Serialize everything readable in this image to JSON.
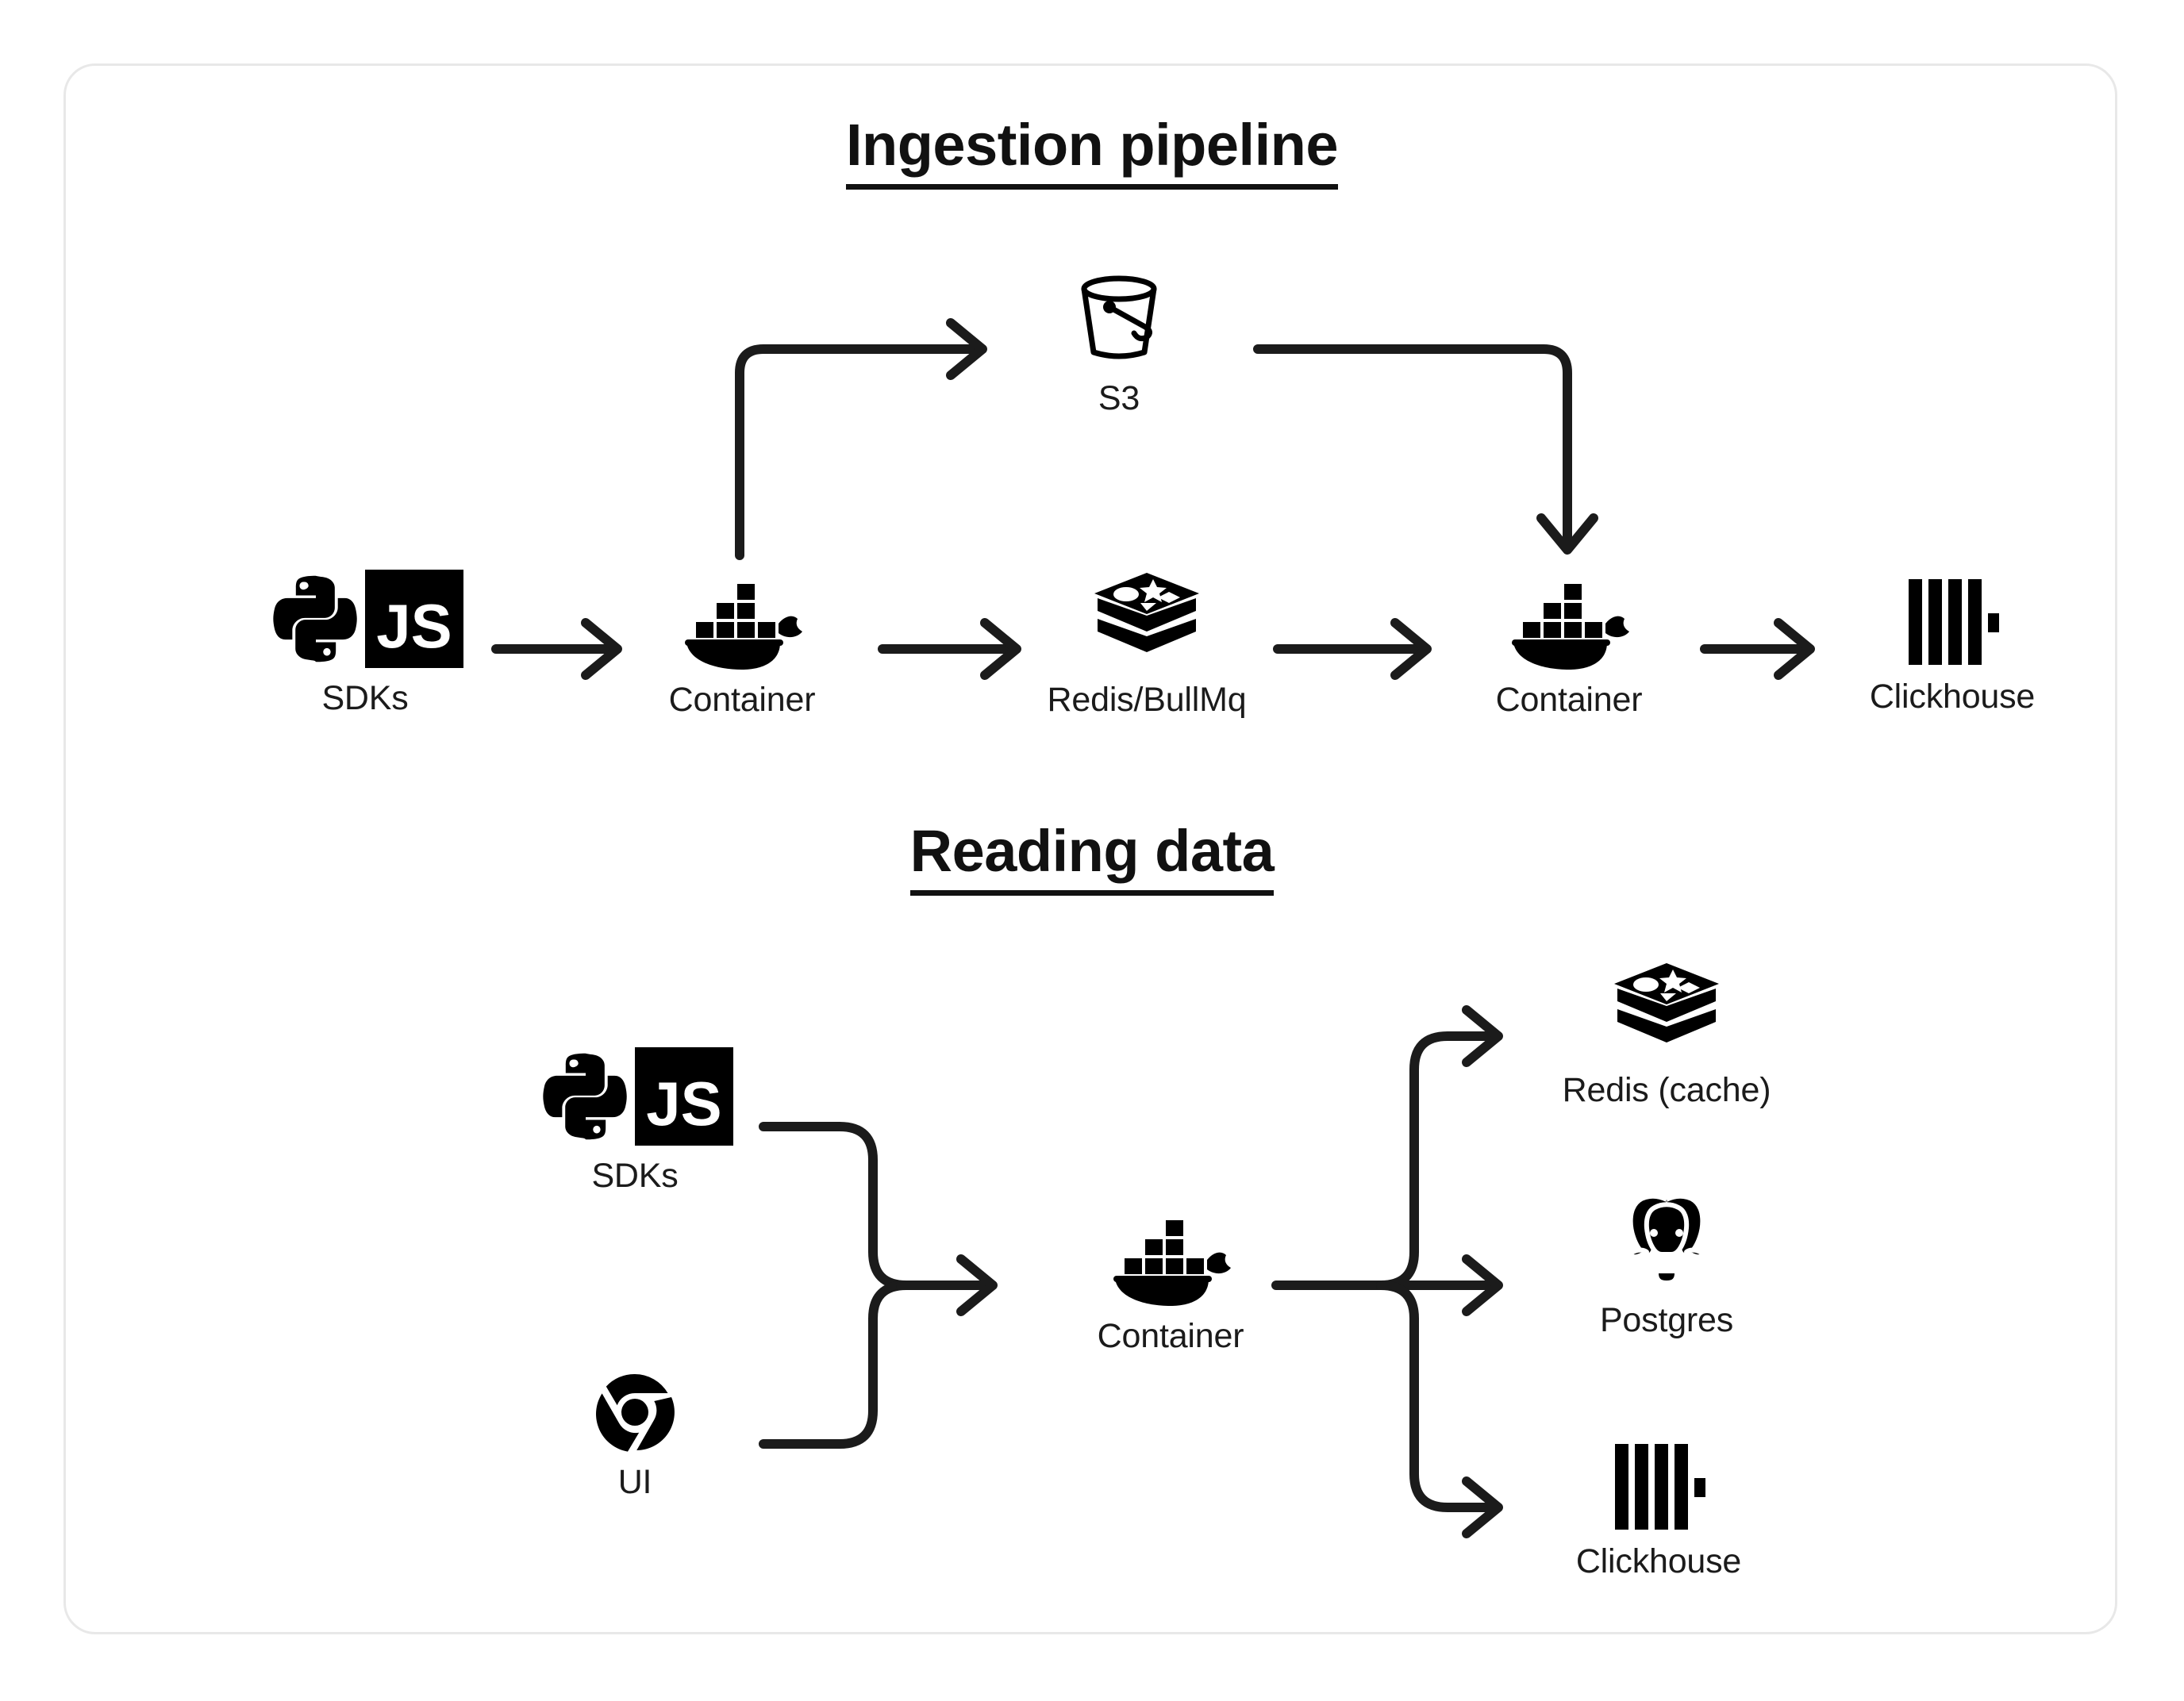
{
  "card": {
    "border_color": "#e8e8e8",
    "background": "#ffffff"
  },
  "theme": {
    "ink": "#111111",
    "stroke": "#1b1b1b"
  },
  "sections": {
    "ingestion": {
      "title": "Ingestion pipeline",
      "nodes": {
        "sdks": {
          "label": "SDKs",
          "icons": [
            "python-icon",
            "javascript-icon"
          ]
        },
        "container_in": {
          "label": "Container",
          "icons": [
            "docker-icon"
          ]
        },
        "s3": {
          "label": "S3",
          "icons": [
            "bucket-icon"
          ]
        },
        "queue": {
          "label": "Redis/BullMq",
          "icons": [
            "redis-icon"
          ]
        },
        "container_worker": {
          "label": "Container",
          "icons": [
            "docker-icon"
          ]
        },
        "clickhouse": {
          "label": "Clickhouse",
          "icons": [
            "clickhouse-icon"
          ]
        }
      }
    },
    "reading": {
      "title": "Reading data",
      "nodes": {
        "sdks": {
          "label": "SDKs",
          "icons": [
            "python-icon",
            "javascript-icon"
          ]
        },
        "ui": {
          "label": "UI",
          "icons": [
            "chrome-icon"
          ]
        },
        "container": {
          "label": "Container",
          "icons": [
            "docker-icon"
          ]
        },
        "redis_cache": {
          "label": "Redis (cache)",
          "icons": [
            "redis-icon"
          ]
        },
        "postgres": {
          "label": "Postgres",
          "icons": [
            "postgres-icon"
          ]
        },
        "clickhouse": {
          "label": "Clickhouse",
          "icons": [
            "clickhouse-icon"
          ]
        }
      }
    }
  },
  "js_logo_text": "JS"
}
